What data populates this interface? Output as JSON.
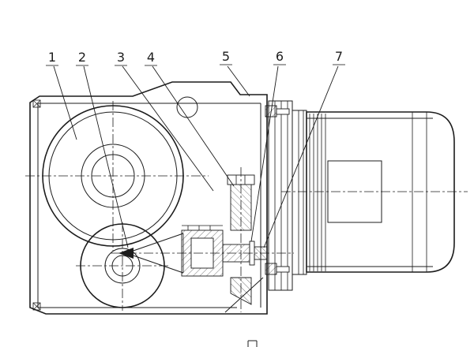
{
  "drawing": {
    "type": "technical-drawing",
    "subject": "helical-bevel gear reducer with electric motor, sectional view",
    "ink_color": "#1c1c1c",
    "background_color": "#ffffff",
    "callouts": [
      {
        "id": "1",
        "label": "1"
      },
      {
        "id": "2",
        "label": "2"
      },
      {
        "id": "3",
        "label": "3"
      },
      {
        "id": "4",
        "label": "4"
      },
      {
        "id": "5",
        "label": "5"
      },
      {
        "id": "6",
        "label": "6"
      },
      {
        "id": "7",
        "label": "7"
      }
    ]
  }
}
